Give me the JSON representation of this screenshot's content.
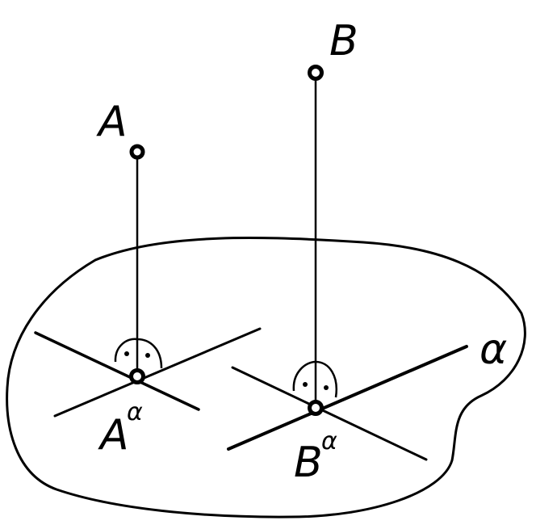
{
  "points": {
    "A": {
      "label": "A"
    },
    "B": {
      "label": "B"
    },
    "A_proj": {
      "label": "A",
      "superscript": "α"
    },
    "B_proj": {
      "label": "B",
      "superscript": "α"
    }
  },
  "plane": {
    "label": "α"
  },
  "colors": {
    "ink": "#000000",
    "paper": "#ffffff"
  }
}
